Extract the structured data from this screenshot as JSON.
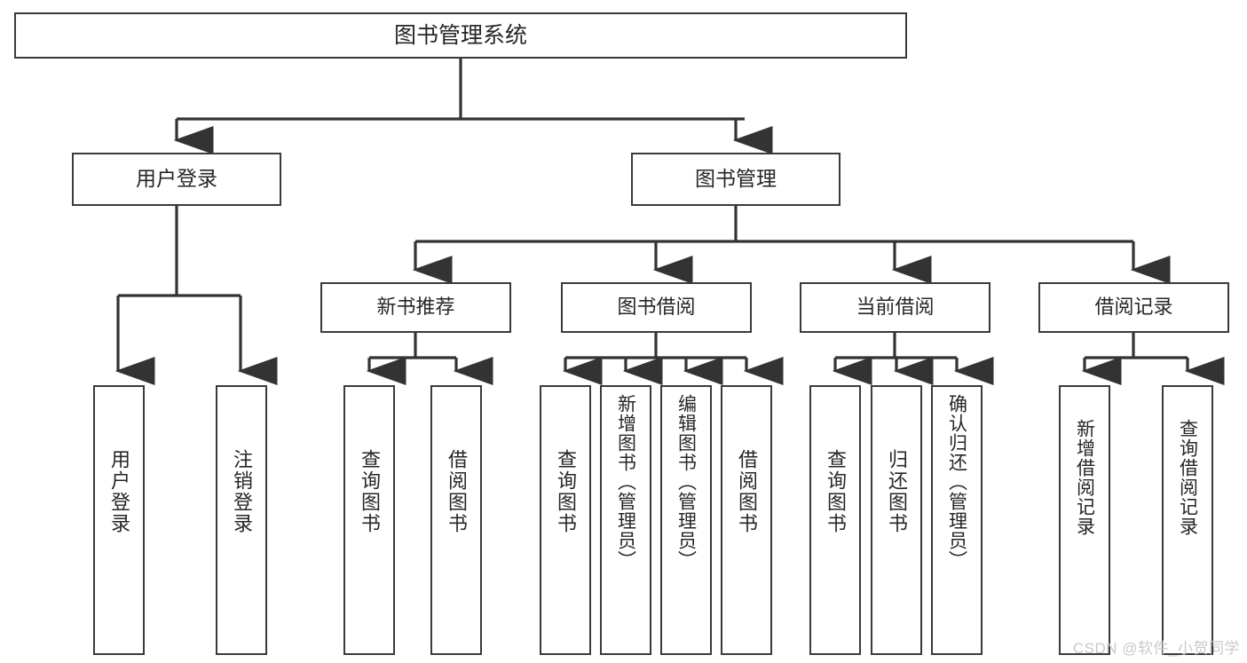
{
  "diagram": {
    "title": "图书管理系统",
    "type": "hierarchy-tree",
    "watermark": "CSDN @软件_小贺同学",
    "colors": {
      "box_border": "#3a3a3a",
      "connector": "#333333",
      "text": "#262626",
      "background": "#ffffff",
      "watermark": "#c9c9c9"
    },
    "root": {
      "label": "图书管理系统"
    },
    "level1": [
      {
        "label": "用户登录"
      },
      {
        "label": "图书管理"
      }
    ],
    "level2": [
      {
        "label": "新书推荐"
      },
      {
        "label": "图书借阅"
      },
      {
        "label": "当前借阅"
      },
      {
        "label": "借阅记录"
      }
    ],
    "leaves": {
      "user_login": [
        {
          "label": "用户登录"
        },
        {
          "label": "注销登录"
        }
      ],
      "new_book": [
        {
          "label": "查询图书"
        },
        {
          "label": "借阅图书"
        }
      ],
      "book_borrow": [
        {
          "label": "查询图书"
        },
        {
          "label": "新增图书（管理员）"
        },
        {
          "label": "编辑图书（管理员）"
        },
        {
          "label": "借阅图书"
        }
      ],
      "current_borrow": [
        {
          "label": "查询图书"
        },
        {
          "label": "归还图书"
        },
        {
          "label": "确认归还（管理员）"
        }
      ],
      "borrow_record": [
        {
          "label": "新增借阅记录"
        },
        {
          "label": "查询借阅记录"
        }
      ]
    }
  }
}
